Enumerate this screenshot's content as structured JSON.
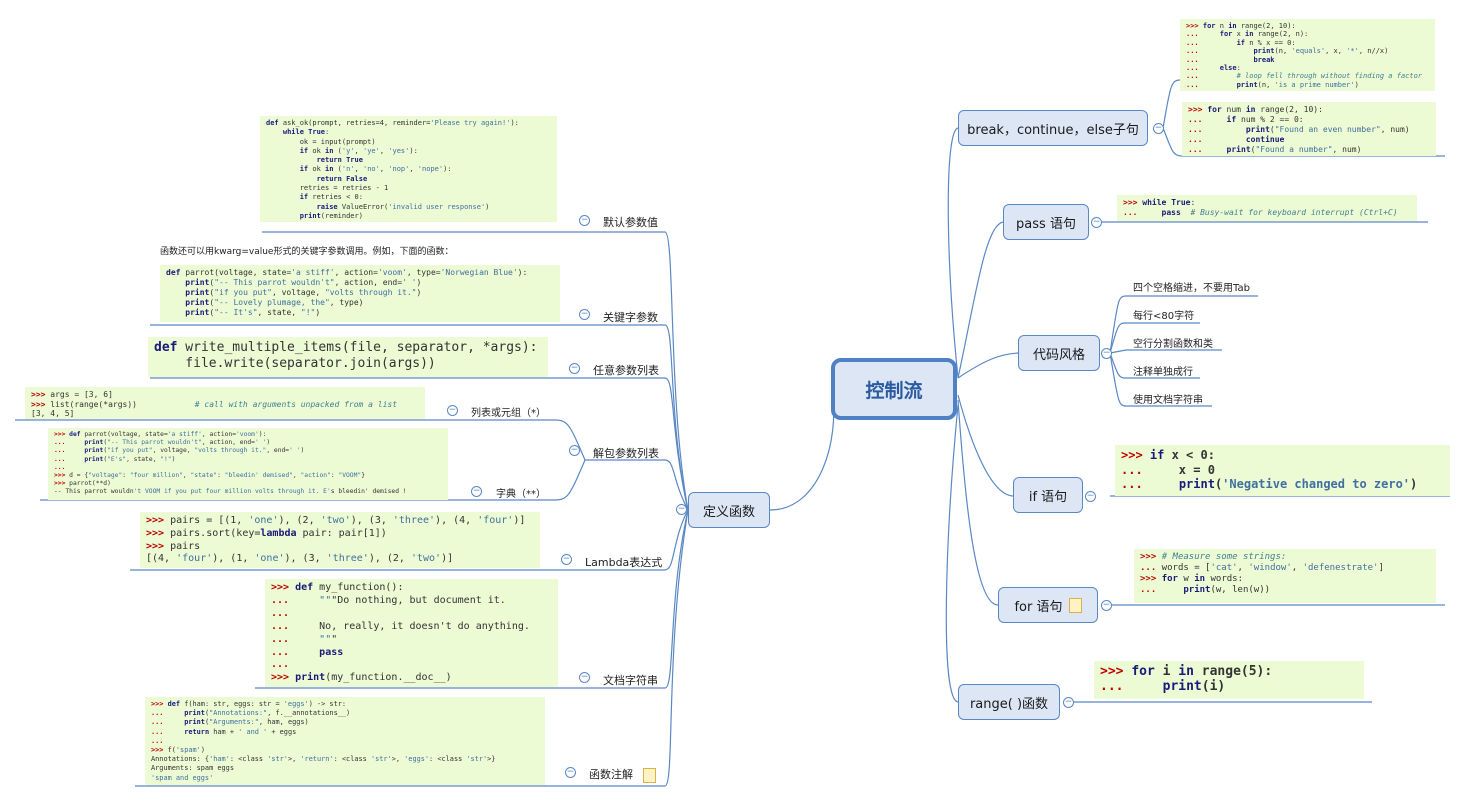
{
  "root": {
    "label": "控制流"
  },
  "right": {
    "break": {
      "label": "break，continue，else子句",
      "code1": [
        ">>> for n in range(2, 10):",
        "...     for x in range(2, n):",
        "...         if n % x == 0:",
        "...             print(n, 'equals', x, '*', n//x)",
        "...             break",
        "...     else:",
        "...         # loop fell through without finding a factor",
        "...         print(n, 'is a prime number')"
      ],
      "code2": [
        ">>> for num in range(2, 10):",
        "...     if num % 2 == 0:",
        "...         print(\"Found an even number\", num)",
        "...         continue",
        "...     print(\"Found a number\", num)"
      ]
    },
    "pass": {
      "label": "pass 语句",
      "code": [
        ">>> while True:",
        "...     pass  # Busy-wait for keyboard interrupt (Ctrl+C)"
      ]
    },
    "style": {
      "label": "代码风格",
      "items": [
        "四个空格缩进，不要用Tab",
        "每行<80字符",
        "空行分割函数和类",
        "注释单独成行",
        "使用文档字符串"
      ]
    },
    "if": {
      "label": "if 语句",
      "code": [
        ">>> if x < 0:",
        "...     x = 0",
        "...     print('Negative changed to zero')"
      ]
    },
    "for": {
      "label": "for 语句",
      "code": [
        ">>> # Measure some strings:",
        "... words = ['cat', 'window', 'defenestrate']",
        ">>> for w in words:",
        "...     print(w, len(w))"
      ]
    },
    "range": {
      "label": "range( )函数",
      "code": [
        ">>> for i in range(5):",
        "...     print(i)"
      ]
    }
  },
  "left": {
    "define": {
      "label": "定义函数"
    },
    "default": {
      "label": "默认参数值",
      "code": [
        "def ask_ok(prompt, retries=4, reminder='Please try again!'):",
        "    while True:",
        "        ok = input(prompt)",
        "        if ok in ('y', 'ye', 'yes'):",
        "            return True",
        "        if ok in ('n', 'no', 'nop', 'nope'):",
        "            return False",
        "        retries = retries - 1",
        "        if retries < 0:",
        "            raise ValueError('invalid user response')",
        "        print(reminder)"
      ]
    },
    "keyword": {
      "label": "关键字参数",
      "intro": "函数还可以用kwarg=value形式的关键字参数调用。例如，下面的函数：",
      "code": [
        "def parrot(voltage, state='a stiff', action='voom', type='Norwegian Blue'):",
        "    print(\"-- This parrot wouldn't\", action, end=' ')",
        "    print(\"if you put\", voltage, \"volts through it.\")",
        "    print(\"-- Lovely plumage, the\", type)",
        "    print(\"-- It's\", state, \"!\")"
      ]
    },
    "arbitrary": {
      "label": "任意参数列表",
      "code": [
        "def write_multiple_items(file, separator, *args):",
        "    file.write(separator.join(args))"
      ]
    },
    "unpack": {
      "label": "解包参数列表",
      "list": {
        "label": "列表或元组（*）",
        "code": [
          ">>> args = [3, 6]",
          ">>> list(range(*args))            # call with arguments unpacked from a list",
          "[3, 4, 5]"
        ]
      },
      "dict": {
        "label": "字典（**）",
        "code": [
          ">>> def parrot(voltage, state='a stiff', action='voom'):",
          "...     print(\"-- This parrot wouldn't\", action, end=' ')",
          "...     print(\"if you put\", voltage, \"volts through it.\", end=' ')",
          "...     print(\"E's\", state, \"!\")",
          "...",
          ">>> d = {\"voltage\": \"four million\", \"state\": \"bleedin' demised\", \"action\": \"VOOM\"}",
          ">>> parrot(**d)",
          "-- This parrot wouldn't VOOM if you put four million volts through it. E's bleedin' demised !"
        ]
      }
    },
    "lambda": {
      "label": "Lambda表达式",
      "code": [
        ">>> pairs = [(1, 'one'), (2, 'two'), (3, 'three'), (4, 'four')]",
        ">>> pairs.sort(key=lambda pair: pair[1])",
        ">>> pairs",
        "[(4, 'four'), (1, 'one'), (3, 'three'), (2, 'two')]"
      ]
    },
    "docstring": {
      "label": "文档字符串",
      "code": [
        ">>> def my_function():",
        "...     \"\"\"Do nothing, but document it.",
        "...",
        "...     No, really, it doesn't do anything.",
        "...     \"\"\"",
        "...     pass",
        "...",
        ">>> print(my_function.__doc__)"
      ]
    },
    "annotation": {
      "label": "函数注解",
      "code": [
        ">>> def f(ham: str, eggs: str = 'eggs') -> str:",
        "...     print(\"Annotations:\", f.__annotations__)",
        "...     print(\"Arguments:\", ham, eggs)",
        "...     return ham + ' and ' + eggs",
        "...",
        ">>> f('spam')",
        "Annotations: {'ham': <class 'str'>, 'return': <class 'str'>, 'eggs': <class 'str'>}",
        "Arguments: spam eggs",
        "'spam and eggs'"
      ]
    }
  },
  "colors": {
    "line": "#5a88c4",
    "node_fill": "#dce6f4",
    "code_bg": "#ecfbd4",
    "prompt": "#c00000"
  }
}
